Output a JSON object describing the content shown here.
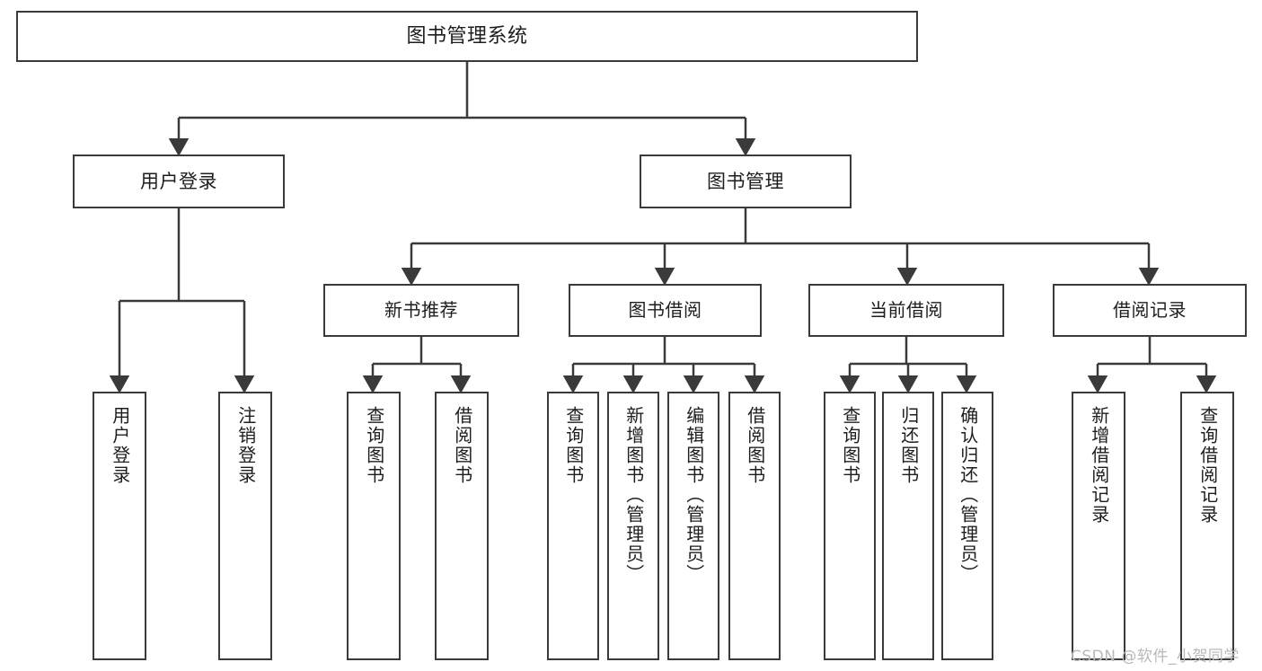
{
  "diagram": {
    "title": "图书管理系统",
    "root": {
      "label": "图书管理系统"
    },
    "level2": [
      {
        "label": "用户登录"
      },
      {
        "label": "图书管理"
      }
    ],
    "level3": [
      {
        "label": "新书推荐"
      },
      {
        "label": "图书借阅"
      },
      {
        "label": "当前借阅"
      },
      {
        "label": "借阅记录"
      }
    ],
    "leaves": {
      "user_login": [
        {
          "label": "用户登录"
        },
        {
          "label": "注销登录"
        }
      ],
      "new_book_recommend": [
        {
          "label": "查询图书"
        },
        {
          "label": "借阅图书"
        }
      ],
      "book_borrow": [
        {
          "label": "查询图书"
        },
        {
          "label": "新增图书（管理员）"
        },
        {
          "label": "编辑图书（管理员）"
        },
        {
          "label": "借阅图书"
        }
      ],
      "current_borrow": [
        {
          "label": "查询图书"
        },
        {
          "label": "归还图书"
        },
        {
          "label": "确认归还（管理员）"
        }
      ],
      "borrow_record": [
        {
          "label": "新增借阅记录"
        },
        {
          "label": "查询借阅记录"
        }
      ]
    }
  },
  "watermark": {
    "text": "CSDN @软件_小贺同学"
  },
  "colors": {
    "stroke": "#3a3a3a",
    "background": "#ffffff",
    "text": "#1d1d1d",
    "watermark": "#b9b9b9"
  }
}
